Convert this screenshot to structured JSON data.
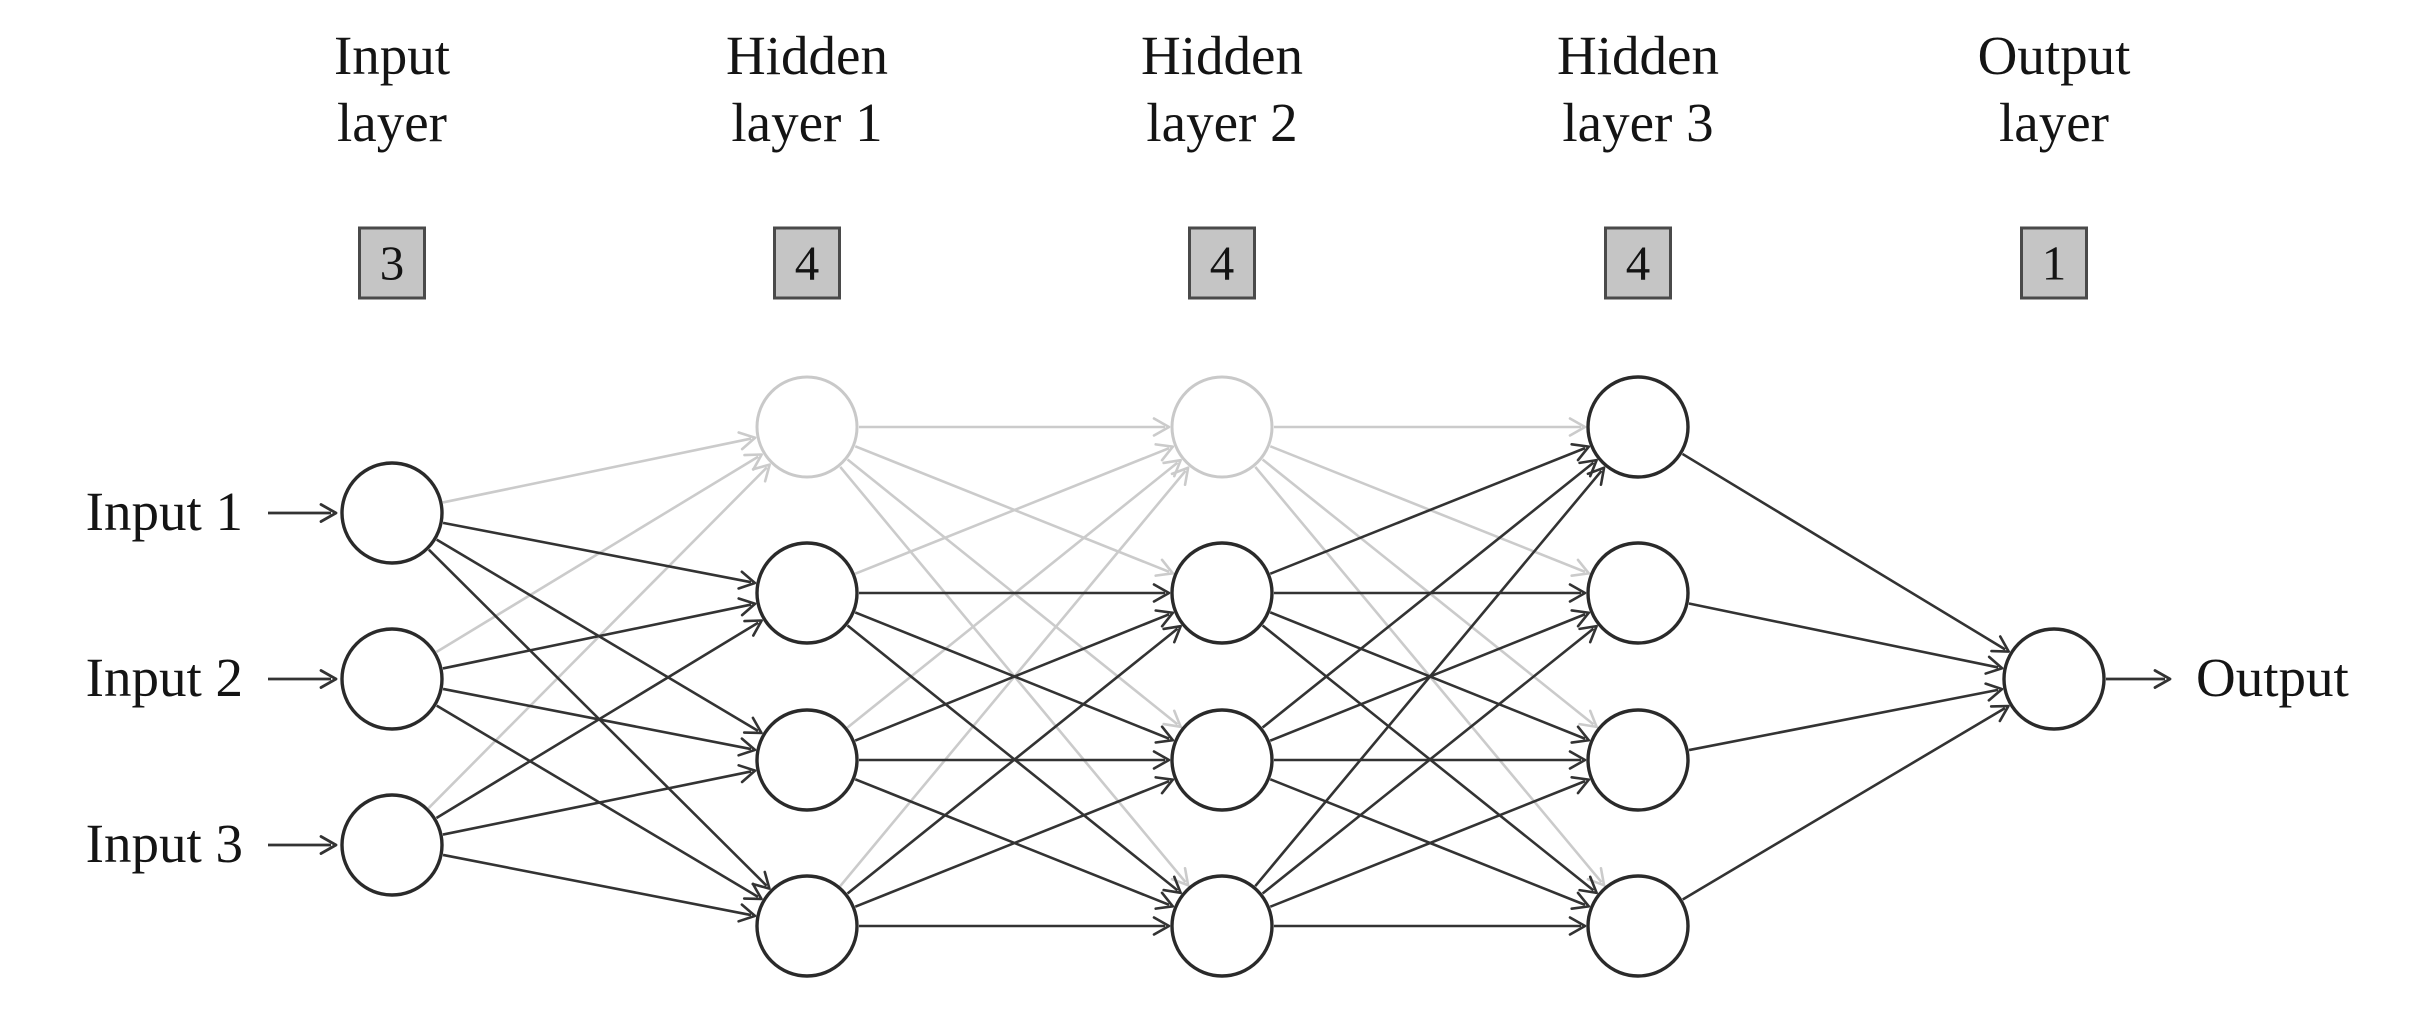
{
  "diagram": {
    "type": "feedforward-neural-network-with-dropout",
    "layers": [
      {
        "id": "input-layer",
        "title": [
          "Input",
          "layer"
        ],
        "size_badge": "3",
        "node_count": 3,
        "dropped_nodes": []
      },
      {
        "id": "hidden-layer-1",
        "title": [
          "Hidden",
          "layer 1"
        ],
        "size_badge": "4",
        "node_count": 4,
        "dropped_nodes": [
          0
        ]
      },
      {
        "id": "hidden-layer-2",
        "title": [
          "Hidden",
          "layer 2"
        ],
        "size_badge": "4",
        "node_count": 4,
        "dropped_nodes": [
          0
        ]
      },
      {
        "id": "hidden-layer-3",
        "title": [
          "Hidden",
          "layer 3"
        ],
        "size_badge": "4",
        "node_count": 4,
        "dropped_nodes": []
      },
      {
        "id": "output-layer",
        "title": [
          "Output",
          "layer"
        ],
        "size_badge": "1",
        "node_count": 1,
        "dropped_nodes": []
      }
    ],
    "input_labels": [
      "Input 1",
      "Input 2",
      "Input 3"
    ],
    "output_label": "Output",
    "colors": {
      "background": "#ffffff",
      "text": "#141414",
      "edge_dark": "#333333",
      "edge_faded": "#cbcbcb",
      "node_stroke": "#2a2a2a",
      "node_stroke_faded": "#c9c9c9",
      "node_fill": "#ffffff",
      "badge_fill": "#c5c5c5",
      "badge_border": "#4a4a4a"
    }
  }
}
